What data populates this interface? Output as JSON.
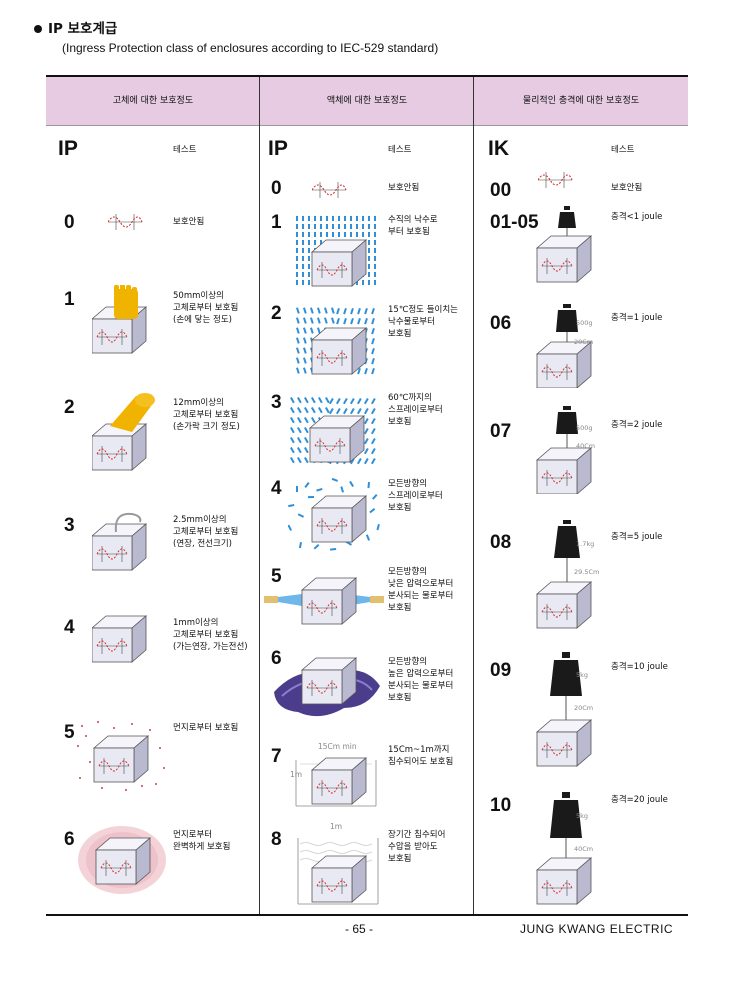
{
  "title": "IP 보호계급",
  "subtitle": "(Ingress Protection class of enclosures according to IEC-529 standard)",
  "columns": [
    {
      "header": "고체에 대한 보호정도",
      "code": "IP",
      "test_label": "테스트"
    },
    {
      "header": "액체에 대한 보호정도",
      "code": "IP",
      "test_label": "테스트"
    },
    {
      "header": "물리적인 충격에 대한 보호정도",
      "code": "IK",
      "test_label": "테스트"
    }
  ],
  "solid": [
    {
      "level": "0",
      "desc": "보호안됨"
    },
    {
      "level": "1",
      "desc": "50mm이상의\n고체로부터 보호됨\n(손에 닿는 정도)"
    },
    {
      "level": "2",
      "desc": "12mm이상의\n고체로부터 보호됨\n(손가락 크기 정도)"
    },
    {
      "level": "3",
      "desc": "2.5mm이상의\n고체로부터 보호됨\n(연장, 전선크기)"
    },
    {
      "level": "4",
      "desc": "1mm이상의\n고체로부터 보호됨\n(가는연장, 가는전선)"
    },
    {
      "level": "5",
      "desc": "먼지로부터 보호됨"
    },
    {
      "level": "6",
      "desc": "먼지로부터\n완벽하게 보호됨"
    }
  ],
  "liquid": [
    {
      "level": "0",
      "desc": "보호안됨"
    },
    {
      "level": "1",
      "desc": "수직의 낙수로\n부터 보호됨"
    },
    {
      "level": "2",
      "desc": "15℃정도 들이치는\n낙수물로부터\n보호됨"
    },
    {
      "level": "3",
      "desc": "60℃까지의\n스프레이로부터\n보호됨"
    },
    {
      "level": "4",
      "desc": "모든방향의\n스프레이로부터\n보호됨"
    },
    {
      "level": "5",
      "desc": "모든방향의\n낮은 압력으로부터\n분사되는 물로부터\n보호됨"
    },
    {
      "level": "6",
      "desc": "모든방향의\n높은 압력으로부터\n분사되는 물로부터\n보호됨"
    },
    {
      "level": "7",
      "desc": "15Cm~1m까지\n침수되어도 보호됨",
      "dim_top": "15Cm min",
      "dim_side": "1m"
    },
    {
      "level": "8",
      "desc": "장기간 침수되어\n수압을 받아도\n보호됨",
      "dim_top": "1m"
    }
  ],
  "impact": [
    {
      "level": "00",
      "desc": "보호안됨"
    },
    {
      "level": "01-05",
      "desc": "충격<1 joule"
    },
    {
      "level": "06",
      "desc": "충격=1 joule",
      "weight": "500g",
      "height": "20Cm"
    },
    {
      "level": "07",
      "desc": "충격=2 joule",
      "weight": "500g",
      "height": "40Cm"
    },
    {
      "level": "08",
      "desc": "충격=5 joule",
      "weight": "1.7kg",
      "height": "29.5Cm"
    },
    {
      "level": "09",
      "desc": "충격=10 joule",
      "weight": "5kg",
      "height": "20Cm"
    },
    {
      "level": "10",
      "desc": "충격=20 joule",
      "weight": "5kg",
      "height": "40Cm"
    }
  ],
  "footer": {
    "page": "- 65 -",
    "brand": "JUNG  KWANG  ELECTRIC"
  },
  "colors": {
    "header_bg": "#e6cbe2",
    "box_face": "#e9e9f4",
    "box_side": "#b9b9cf",
    "water": "#2f8fd8",
    "hand": "#f0b400",
    "dust": "#c0405a",
    "weight": "#1a1a1a"
  }
}
